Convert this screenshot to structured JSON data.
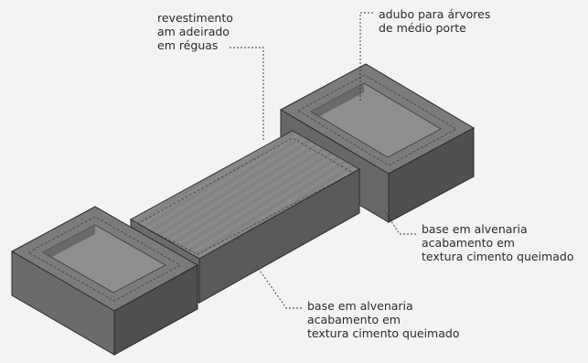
{
  "labels": {
    "revestimento": [
      "revestimento",
      "am adeirado",
      "em réguas"
    ],
    "adubo": [
      "adubo para árvores",
      "de médio porte"
    ],
    "base_right": [
      "base em alvenaria",
      "acabamento em",
      "textura cimento queimado"
    ],
    "base_center": [
      "base em alvenaria",
      "acabamento em",
      "textura cimento queimado"
    ]
  },
  "colors": {
    "background": "#f3f3f1",
    "top_face": "#7d7d7d",
    "front_face": "#6a6a6a",
    "side_face": "#4e4e4e",
    "planter_inner": "#8e8e8e",
    "deck_top": "#8a8a8a",
    "line": "#2a2a2a",
    "text": "#2b2b2b"
  }
}
